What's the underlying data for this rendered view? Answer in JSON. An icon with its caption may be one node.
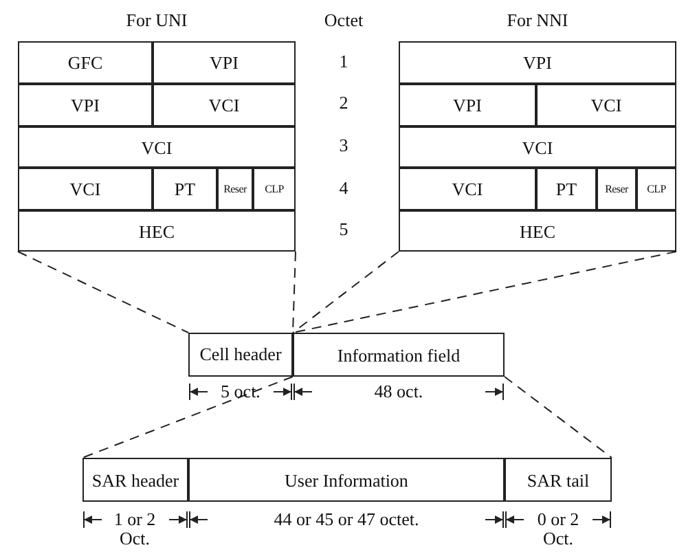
{
  "diagram": {
    "nodes": [
      {
        "text": [
          "For UNI"
        ]
      },
      {
        "text": [
          "GFC"
        ],
        "in": 0
      },
      {
        "text": [
          "VPI"
        ],
        "in": 0
      },
      {
        "text": [
          "VPI"
        ],
        "in": 0
      },
      {
        "text": [
          "VCI"
        ],
        "in": 0
      },
      {
        "text": [
          "VCI"
        ],
        "in": 0
      },
      {
        "text": [
          "VCI"
        ],
        "in": 0
      },
      {
        "text": [
          "PT"
        ],
        "in": 0
      },
      {
        "text": [
          "Reser"
        ],
        "in": 0
      },
      {
        "text": [
          "CLP"
        ],
        "in": 0
      },
      {
        "text": [
          "HEC"
        ],
        "in": 0
      },
      {
        "text": [
          "For NNI"
        ]
      },
      {
        "text": [
          "VPI"
        ],
        "in": 11
      },
      {
        "text": [
          "VPI"
        ],
        "in": 11
      },
      {
        "text": [
          "VCI"
        ],
        "in": 11
      },
      {
        "text": [
          "VCI"
        ],
        "in": 11
      },
      {
        "text": [
          "VCI"
        ],
        "in": 11
      },
      {
        "text": [
          "PT"
        ],
        "in": 11
      },
      {
        "text": [
          "Reser"
        ],
        "in": 11
      },
      {
        "text": [
          "CLP"
        ],
        "in": 11
      },
      {
        "text": [
          "HEC"
        ],
        "in": 11
      },
      {
        "text": [
          "Cell header"
        ]
      },
      {
        "text": [
          "Information field"
        ]
      },
      {
        "text": [
          "SAR header"
        ]
      },
      {
        "text": [
          "User Information"
        ]
      },
      {
        "text": [
          "SAR tail"
        ]
      }
    ],
    "edges": [
      {
        "from": 0,
        "to": 21,
        "arrow": "none",
        "style": "dashed"
      },
      {
        "from": 0,
        "to": 21,
        "arrow": "none",
        "style": "dashed"
      },
      {
        "from": 11,
        "to": 21,
        "arrow": "none",
        "style": "dashed"
      },
      {
        "from": 11,
        "to": 21,
        "arrow": "none",
        "style": "dashed"
      },
      {
        "from": 22,
        "to": 23,
        "arrow": "none",
        "style": "dashed"
      },
      {
        "from": 22,
        "to": 25,
        "arrow": "none",
        "style": "dashed"
      }
    ],
    "labels": [
      "Octet",
      "1",
      "2",
      "3",
      "4",
      "5",
      "5 oct.",
      "48 oct.",
      "1 or 2 Oct.",
      "44 or 45 or 47 octet.",
      "0 or 2 Oct."
    ]
  }
}
